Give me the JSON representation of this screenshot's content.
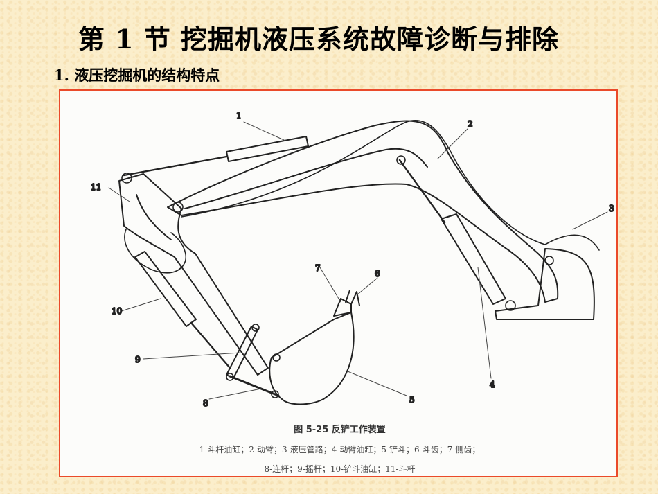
{
  "slide": {
    "title": "第 1 节  挖掘机液压系统故障诊断与排除",
    "subtitle": "1. 液压挖掘机的结构特点"
  },
  "figure": {
    "caption": "图 5-25    反铲工作装置",
    "legend_line1": "1-斗杆油缸；2-动臂；3-液压管路；4-动臂油缸；5-铲斗；6-斗齿；7-侧齿；",
    "legend_line2": "8-连杆；9-摇杆；10-铲斗油缸；11-斗杆",
    "callouts": [
      "1",
      "2",
      "3",
      "4",
      "5",
      "6",
      "7",
      "8",
      "9",
      "10",
      "11"
    ]
  },
  "colors": {
    "frame_border": "#ea4a2a",
    "ink": "#222222"
  }
}
